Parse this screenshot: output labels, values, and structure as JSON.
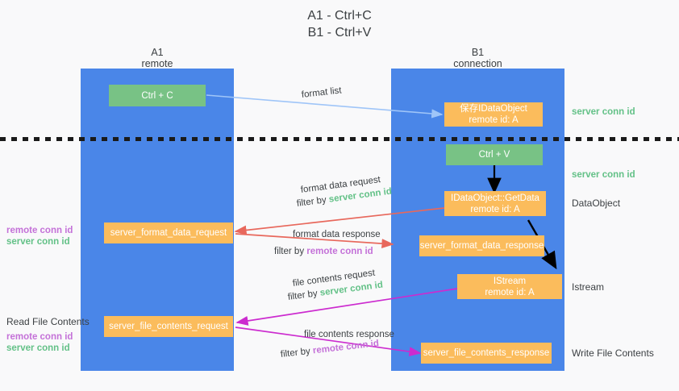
{
  "title": {
    "line1": "A1 - Ctrl+C",
    "line2": "B1 - Ctrl+V"
  },
  "lanes": [
    {
      "name": "A1",
      "sub": "remote"
    },
    {
      "name": "B1",
      "sub": "connection"
    }
  ],
  "boxes": {
    "ctrl_c": "Ctrl + C",
    "ctrl_v": "Ctrl + V",
    "save_idataobject_l1": "保存IDataObject",
    "save_idataobject_l2": "remote id: A",
    "getdata_l1": "IDataObject::GetData",
    "getdata_l2": "remote id: A",
    "istream_l1": "IStream",
    "istream_l2": "remote id: A",
    "server_format_data_request": "server_format_data_request",
    "server_format_data_response": "server_format_data_response",
    "server_file_contents_request": "server_file_contents_request",
    "server_file_contents_response": "server_file_contents_response"
  },
  "right_labels": {
    "server_conn_id_top": "server conn id",
    "server_conn_id_mid": "server conn id",
    "dataobject": "DataObject",
    "istream": "Istream",
    "write_file_contents": "Write File Contents"
  },
  "left_labels": {
    "remote_conn_id_1": "remote conn id",
    "server_conn_id_1": "server conn id",
    "read_file_contents": "Read File Contents",
    "remote_conn_id_2": "remote conn id",
    "server_conn_id_2": "server conn id"
  },
  "edges": {
    "format_list": "format list",
    "format_data_request": "format data request",
    "format_data_request_filter_prefix": "filter by ",
    "format_data_request_filter_value": "server conn id",
    "format_data_response": "format data response",
    "format_data_response_filter_prefix": "filter by ",
    "format_data_response_filter_value": "remote conn id",
    "file_contents_request": "file contents request",
    "file_contents_request_filter_prefix": "filter by ",
    "file_contents_request_filter_value": "server conn id",
    "file_contents_response": "file contents response",
    "file_contents_response_filter_prefix": "filter by ",
    "file_contents_response_filter_value": "remote conn id"
  },
  "colors": {
    "lane": "#4a86e8",
    "orange": "#fbbc5c",
    "green_box": "#78c285",
    "conn_green": "#63c187",
    "conn_purple": "#c471d8",
    "arrow_lightblue": "#9fc5f8",
    "arrow_red": "#e8685c",
    "arrow_magenta": "#cc2bcf",
    "arrow_black": "#000000",
    "background": "#f9f9fa"
  }
}
